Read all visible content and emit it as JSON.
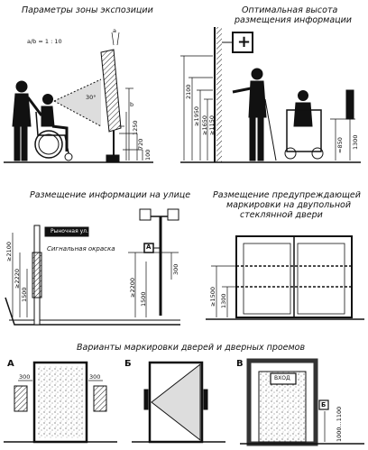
{
  "captions": {
    "p1": "Параметры зоны экспозиции",
    "p2_line1": "Оптимальная высота",
    "p2_line2": "размещения информации",
    "p3": "Размещение информации на улице",
    "p4_line1": "Размещение предупреждающей",
    "p4_line2": "маркировки на двупольной",
    "p4_line3": "стеклянной двери",
    "p5": "Варианты маркировки дверей и дверных проемов"
  },
  "p1": {
    "ratio": "a/b = 1 : 10",
    "a": "a",
    "b": "b",
    "angle": "30°",
    "h1250": "1250",
    "h720": "720",
    "h100": "100"
  },
  "p2": {
    "sign": "+",
    "h2100": "2100",
    "h1950": "≥1950",
    "h1650": "≥1650",
    "h1150": "≥1150",
    "h850": "≈850",
    "h1300": "1300"
  },
  "p3": {
    "street_sign": "Рыночная ул.",
    "street_label": "Сигнальная окраска",
    "sign_a": "A",
    "h2100": "≥2100",
    "h2220": "≥2220",
    "h1500": "1500",
    "h2200": "≥2200",
    "h1500b": "1500",
    "h300": "300"
  },
  "p4": {
    "h1500": "≥1500",
    "h1300": "1300"
  },
  "p5": {
    "variants": [
      "А",
      "Б",
      "В"
    ],
    "w300a": "300",
    "w300b": "300",
    "sign_text": "ВХОД",
    "sign_b": "Б",
    "h1100": "1000...1100"
  }
}
